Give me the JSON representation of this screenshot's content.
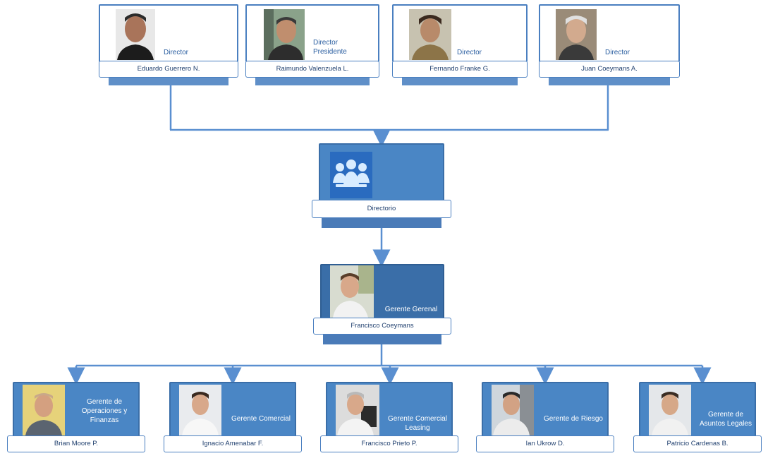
{
  "directors": [
    {
      "role": "Director",
      "name": "Eduardo Guerrero N."
    },
    {
      "role": "Director\nPresidente",
      "name": "Raimundo Valenzuela L."
    },
    {
      "role": "Director",
      "name": "Fernando Franke G."
    },
    {
      "role": "Director",
      "name": "Juan Coeymans A."
    }
  ],
  "board": {
    "name": "Directorio"
  },
  "ceo": {
    "role": "Gerente Gerenal",
    "name": "Francisco Coeymans"
  },
  "managers": [
    {
      "role": "Gerente de\nOperaciones y\nFinanzas",
      "name": "Brian Moore P."
    },
    {
      "role": "Gerente Comercial",
      "name": "Ignacio Amenabar F."
    },
    {
      "role": "Gerente Comercial\nLeasing",
      "name": "Francisco Prieto P."
    },
    {
      "role": "Gerente de Riesgo",
      "name": "Ian Ukrow D."
    },
    {
      "role": "Gerente de\nAsuntos Legales",
      "name": "Patricio Cardenas B."
    }
  ],
  "colors": {
    "accent": "#4a86c5",
    "line": "#5a8fd0",
    "text": "#1f3f6e"
  }
}
